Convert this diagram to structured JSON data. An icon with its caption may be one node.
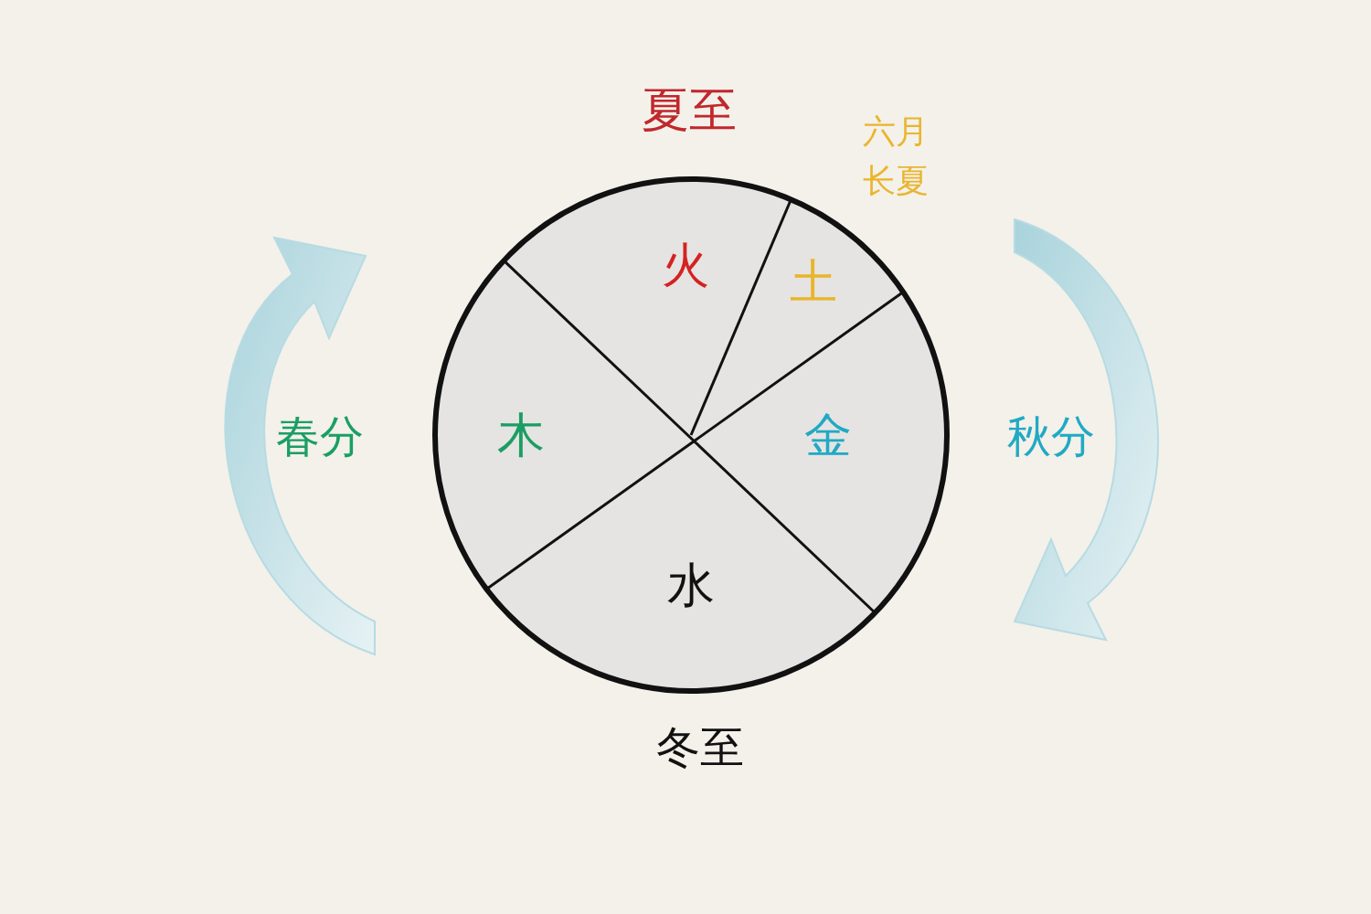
{
  "diagram": {
    "nodes": [
      {
        "text": [
          "火"
        ]
      },
      {
        "text": [
          "土"
        ]
      },
      {
        "text": [
          "木"
        ]
      },
      {
        "text": [
          "金"
        ]
      },
      {
        "text": [
          "水"
        ]
      }
    ],
    "labels": [
      "夏至",
      "六月长夏",
      "春分",
      "秋分",
      "冬至"
    ]
  }
}
